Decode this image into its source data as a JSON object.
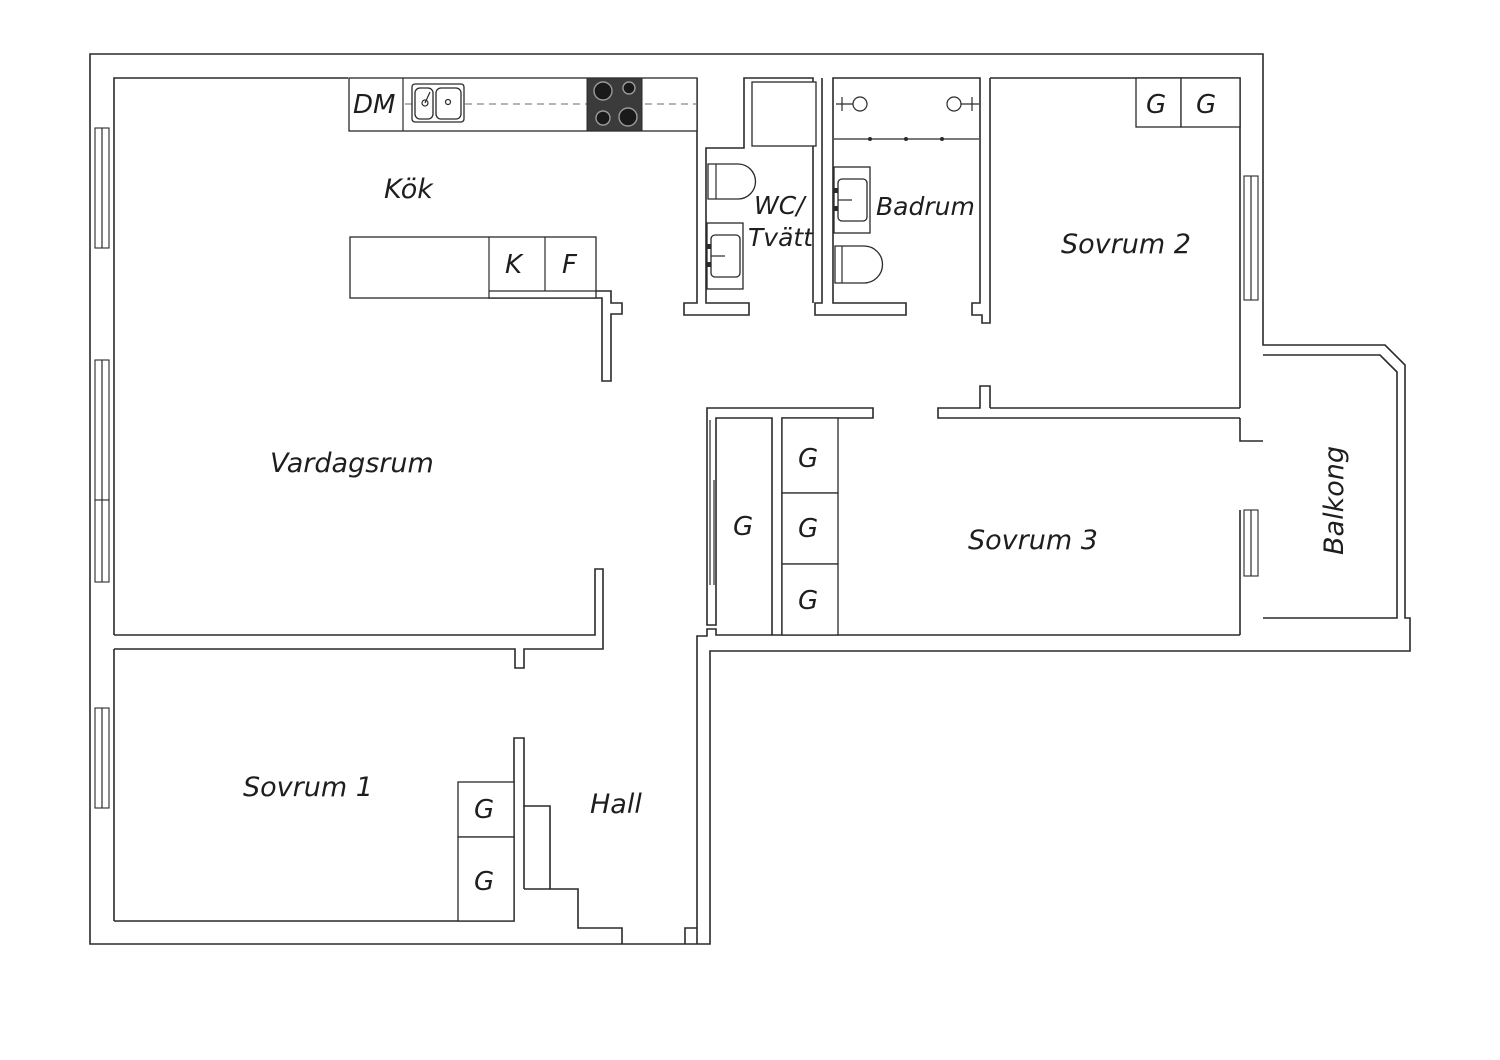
{
  "rooms": {
    "kok": "Kök",
    "vardagsrum": "Vardagsrum",
    "wc_line1": "WC/",
    "wc_line2": "Tvätt",
    "badrum": "Badrum",
    "sovrum1": "Sovrum 1",
    "sovrum2": "Sovrum 2",
    "sovrum3": "Sovrum 3",
    "hall": "Hall",
    "balkong": "Balkong"
  },
  "fixtures": {
    "dishwasher": "DM",
    "fridge": "K",
    "freezer": "F",
    "wardrobe": "G"
  },
  "colors": {
    "line": "#2a2a2a",
    "hob": "#3b3b3b",
    "background": "#ffffff"
  }
}
